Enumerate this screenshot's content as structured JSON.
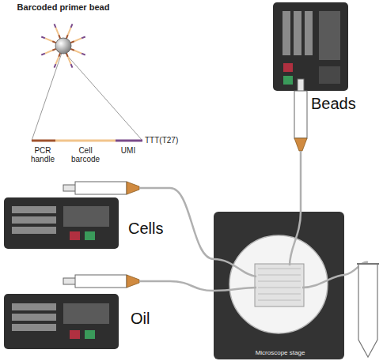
{
  "diagram": {
    "nodes": [
      {
        "text": [
          "Beads"
        ]
      },
      {
        "text": [
          "Cells"
        ]
      },
      {
        "text": [
          "Oil"
        ]
      },
      {
        "text": [
          "Microscope stage"
        ]
      }
    ],
    "edges": [
      {
        "from": 0,
        "to": 3,
        "arrow": "none"
      },
      {
        "from": 1,
        "to": 3,
        "arrow": "none"
      },
      {
        "from": 2,
        "to": 3,
        "arrow": "none"
      }
    ],
    "labels": [
      "Barcoded primer bead",
      "PCR handle",
      "Cell barcode",
      "UMI",
      "TTT(T27)"
    ]
  }
}
